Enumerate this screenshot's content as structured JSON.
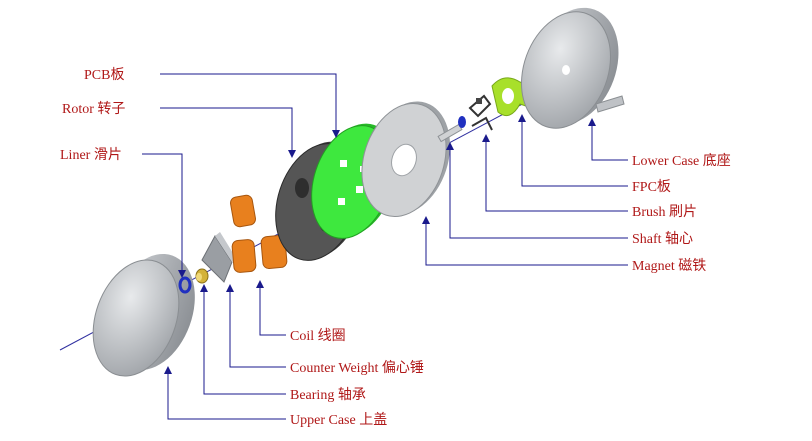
{
  "labels": {
    "pcb": "PCB板",
    "rotor": "Rotor 转子",
    "liner": "Liner 滑片",
    "lower_case": "Lower Case 底座",
    "fpc": "FPC板",
    "brush": "Brush 刷片",
    "shaft": "Shaft 轴心",
    "magnet": "Magnet 磁铁",
    "coil": "Coil 线圈",
    "counter_weight": "Counter Weight 偏心锤",
    "bearing": "Bearing 轴承",
    "upper_case": "Upper Case 上盖"
  },
  "colors": {
    "label_text": "#b01818",
    "leader_line": "#1a1a8c",
    "pcb": "#3ee83e",
    "rotor": "#4a4a4a",
    "coil": "#e8801e",
    "fpc": "#a8e02a",
    "magnet": "#c8c8c8",
    "case": "#b0b4b8"
  }
}
